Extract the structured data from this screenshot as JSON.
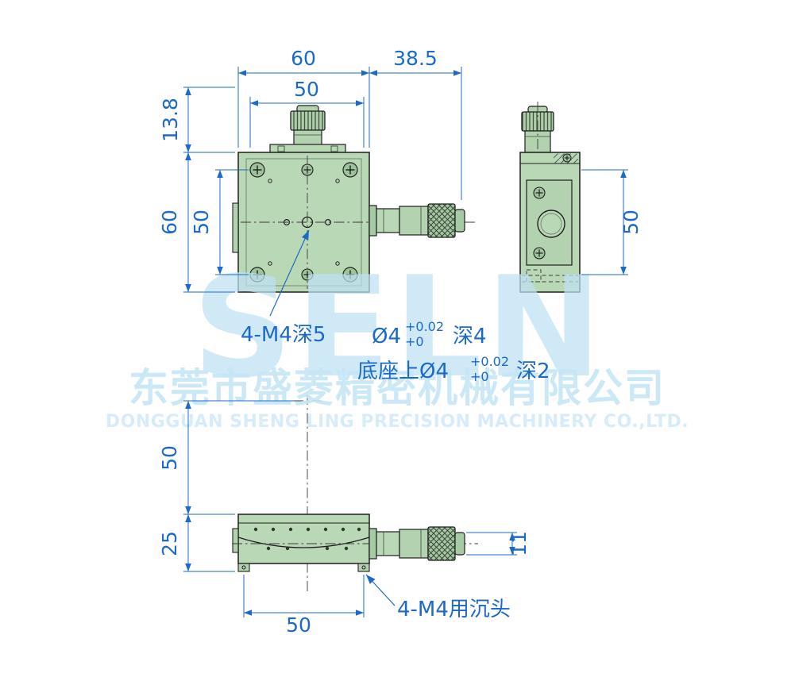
{
  "meta": {
    "colors": {
      "dimension_blue": "#1b6ac9",
      "body_green": "#b9d8b5",
      "outline_dark": "#1f1f1f",
      "watermark_blue": "#c6e6f7",
      "background": "#ffffff"
    }
  },
  "dimensions": {
    "top_view": {
      "overall_width": "60",
      "inner_width": "50",
      "micrometer_extension": "38.5",
      "knob_offset": "13.8",
      "overall_height": "60",
      "inner_height": "50"
    },
    "side_view": {
      "mount_pitch": "50"
    },
    "front_view": {
      "center_height": "50",
      "stage_thickness": "25",
      "hole_pitch": "50",
      "spindle_tip_height": "11"
    }
  },
  "annotations": {
    "tapped_holes": "4-M4深5",
    "pin_hole": {
      "prefix": "Ø4",
      "tol_upper": "+0.02",
      "tol_lower": "+0",
      "suffix": "深4"
    },
    "base_hole": {
      "prefix": "底座上Ø4",
      "tol_upper": "+0.02",
      "tol_lower": "+0",
      "suffix": "深2"
    },
    "counterbore": "4-M4用沉头"
  },
  "watermark": {
    "logo": "SELN",
    "company_cn": "东莞市盛菱精密机械有限公司",
    "company_en": "DONGGUAN SHENG LING PRECISION MACHINERY CO.,LTD."
  }
}
